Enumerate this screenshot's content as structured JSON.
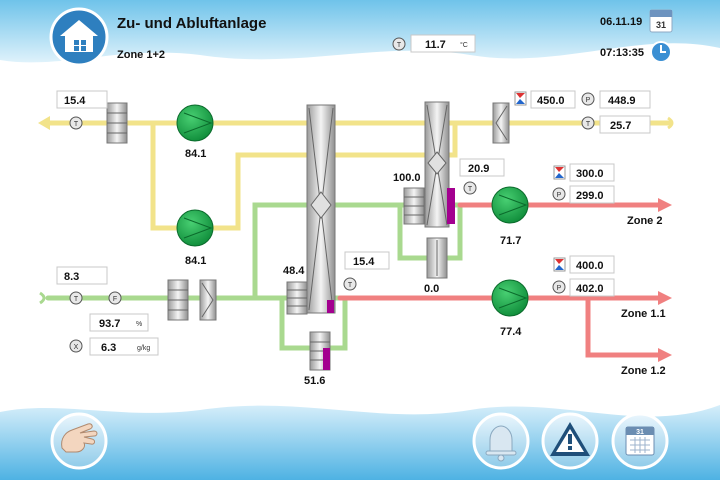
{
  "header": {
    "title": "Zu- und Abluftanlage",
    "subtitle": "Zone 1+2",
    "date": "06.11.19",
    "time": "07:13:35",
    "calendar_day": "31",
    "outside_temp": {
      "value": "11.7",
      "unit": "°C",
      "icon": "T"
    }
  },
  "icons": {
    "home": "home-icon",
    "calendar": "calendar-icon",
    "clock": "clock-icon",
    "hand": "hand-icon",
    "bell": "bell-icon",
    "warning": "warning-icon",
    "schedule": "schedule-calendar-icon"
  },
  "values": {
    "exhaust_out_temp": "15.4",
    "exhaust_fan_speed": "84.1",
    "extract_fan_speed": "84.1",
    "extract_pressure_set": "450.0",
    "extract_pressure_act": "448.9",
    "extract_temp": "25.7",
    "hrv2_supply_temp": "20.9",
    "hrv2_exhaust_temp": "100.0",
    "zone2_pressure_set": "300.0",
    "zone2_pressure_act": "299.0",
    "zone2_fan_speed": "71.7",
    "zone2_label": "Zone 2",
    "outdoor_temp": "8.3",
    "humidity": "93.7",
    "humidity_unit": "%",
    "abs_humidity": "6.3",
    "abs_humidity_unit": "g/kg",
    "hrv1_exhaust_temp": "48.4",
    "hrv1_bypass": "51.6",
    "hrv1_supply_temp": "15.4",
    "damper_pos": "0.0",
    "zone1_pressure_set": "400.0",
    "zone1_pressure_act": "402.0",
    "zone1_fan_speed": "77.4",
    "zone11_label": "Zone 1.1",
    "zone12_label": "Zone 1.2"
  },
  "sensor_letters": {
    "temp": "T",
    "pressure": "P",
    "flow": "F",
    "abs_humidity": "X"
  },
  "colors": {
    "exhaust_yellow": "#f2e38a",
    "supply_green": "#a9d98f",
    "supply_red": "#f08080",
    "fan_green": "#1aa34a",
    "wave_blue": "#bfe3f3",
    "button_blue": "#2a7fbf"
  }
}
